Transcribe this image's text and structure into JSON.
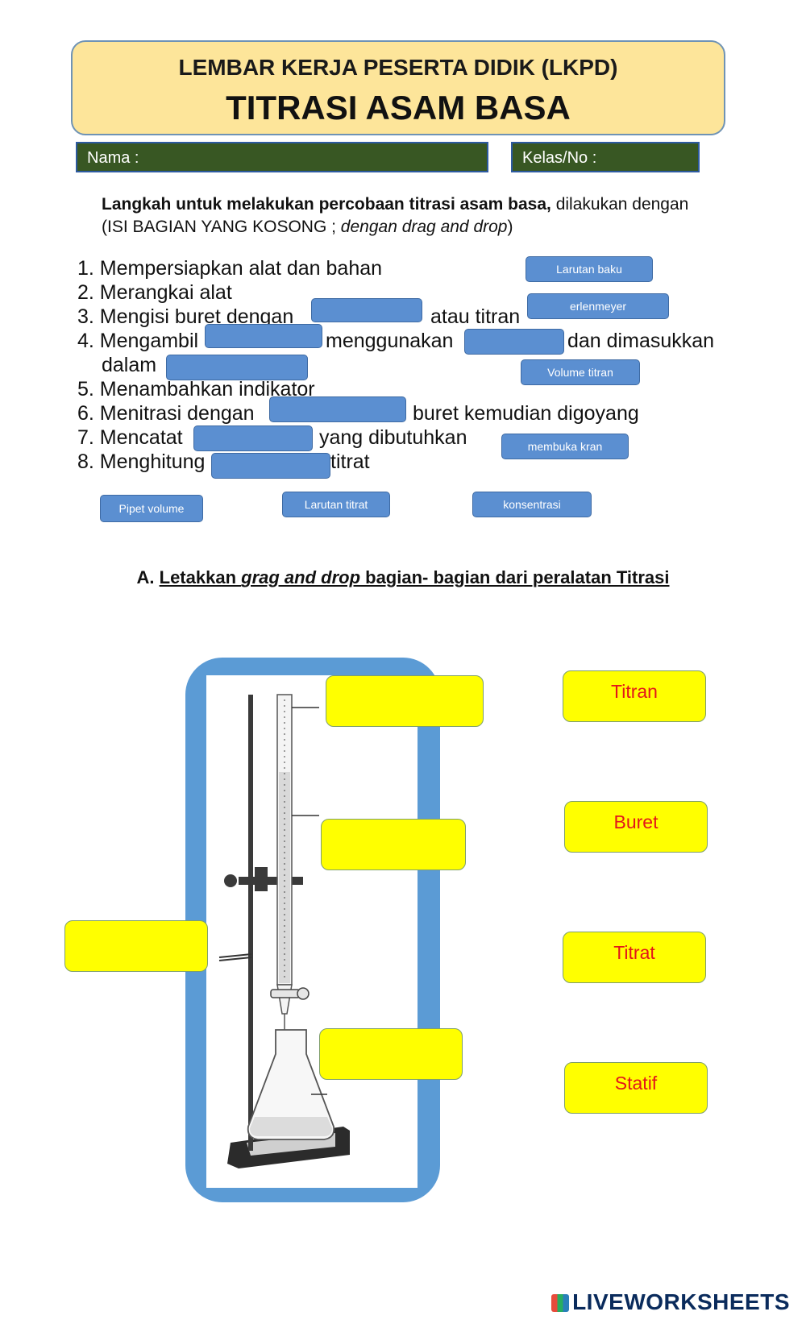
{
  "header": {
    "subtitle": "LEMBAR KERJA PESERTA DIDIK (LKPD)",
    "title": "TITRASI ASAM BASA"
  },
  "fields": {
    "nama_label": "Nama :",
    "kelas_label": "Kelas/No :"
  },
  "intro": {
    "bold": "Langkah untuk melakukan percobaan titrasi asam basa,",
    "normal": " dilakukan dengan",
    "line2_start": "(ISI BAGIAN YANG KOSONG ; ",
    "line2_italic": "dengan drag and drop",
    "line2_end": ")"
  },
  "steps": {
    "s1": "1. Mempersiapkan alat dan bahan",
    "s2": "2. Merangkai alat",
    "s3a": "3. Mengisi buret dengan",
    "s3b": "atau titran",
    "s4a": "4. Mengambil",
    "s4b": "menggunakan",
    "s4c": "dan dimasukkan",
    "s4d": "dalam",
    "s5": "5. Menambahkan indikator",
    "s6a": "6. Menitrasi dengan",
    "s6b": "buret kemudian digoyang",
    "s7a": "7. Mencatat",
    "s7b": "yang dibutuhkan",
    "s8a": "8. Menghitung",
    "s8b": "titrat"
  },
  "chips": {
    "larutan_baku": "Larutan baku",
    "erlenmeyer": "erlenmeyer",
    "volume_titran": "Volume titran",
    "membuka_kran": "membuka kran",
    "pipet_volume": "Pipet volume",
    "larutan_titrat": "Larutan titrat",
    "konsentrasi": "konsentrasi"
  },
  "section_a": {
    "prefix": "A. ",
    "part1": "Letakkan ",
    "part2": "grag and drop",
    "part3": " bagian- bagian dari peralatan Titrasi"
  },
  "labels": {
    "titran": "Titran",
    "buret": "Buret",
    "titrat": "Titrat",
    "statif": "Statif"
  },
  "brand": "LIVEWORKSHEETS",
  "colors": {
    "header_bg": "#fde59a",
    "field_bg": "#385723",
    "chip_bg": "#5b8fd1",
    "frame": "#5b9bd5",
    "drop_yellow": "#ffff00",
    "label_text": "#e3151a"
  }
}
